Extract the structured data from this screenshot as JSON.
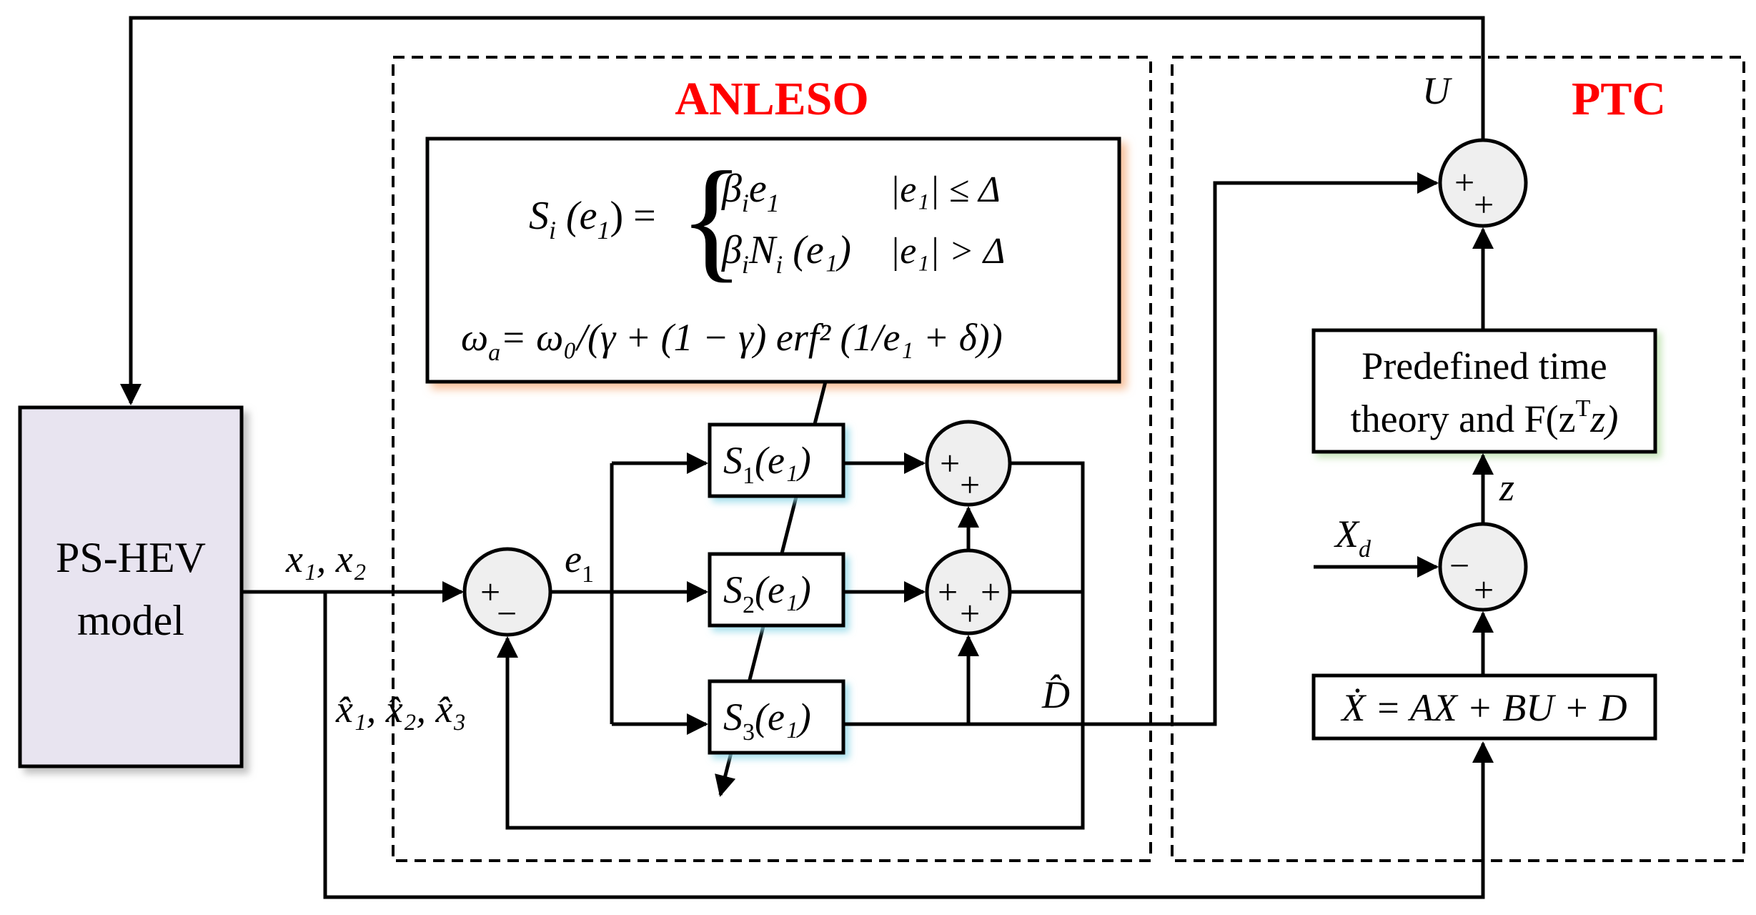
{
  "colors": {
    "title_red": "#ff0000",
    "plant_fill": "#e8e4f0",
    "sum_fill": "#efefef",
    "line": "#000000"
  },
  "groups": {
    "anleso_title": "ANLESO",
    "ptc_title": "PTC"
  },
  "plant": {
    "line1": "PS-HEV",
    "line2": "model"
  },
  "nonlinear_box": {
    "lhs": "S",
    "lhs_sub": "i",
    "lhs_arg": "(e",
    "lhs_arg_sub": "1",
    "lhs_arg_end": ") =",
    "case1_expr": "β",
    "case1_sub": "i",
    "case1_tail": "e",
    "case1_tail_sub": "1",
    "case1_cond": "|e₁| ≤ Δ",
    "case2_expr": "β",
    "case2_sub": "i",
    "case2_mid": "N",
    "case2_mid_sub": "i",
    "case2_tail": "(e₁)",
    "case2_cond": "|e₁| > Δ",
    "omega_lhs": "ω",
    "omega_lhs_sub": "a",
    "omega_rhs": "= ω₀/(γ + (1 − γ) erf² (1/e₁ + δ))"
  },
  "s_blocks": [
    {
      "name": "S",
      "sub": "1",
      "arg": "(e₁)"
    },
    {
      "name": "S",
      "sub": "2",
      "arg": "(e₁)"
    },
    {
      "name": "S",
      "sub": "3",
      "arg": "(e₁)"
    }
  ],
  "predefined_block": {
    "line1": "Predefined time",
    "line2": "theory and F(z",
    "line2_sup": "T",
    "line2_end": "z)"
  },
  "state_block": {
    "expr": "Ẋ = AX + BU + D"
  },
  "signals": {
    "x1x2": "x₁, x₂",
    "xhat": "x̂₁, x̂₂, x̂₃",
    "e1": "e",
    "e1_sub": "1",
    "dhat": "D̂",
    "U": "U",
    "z": "z",
    "Xd": "X",
    "Xd_sub": "d"
  },
  "sum_signs": {
    "error_sum": {
      "a": "+",
      "b": "−"
    },
    "top_sum": {
      "a": "+",
      "b": "+"
    },
    "mid_sum": {
      "a": "+",
      "b": "+",
      "c": "+"
    },
    "ptc_top_sum": {
      "a": "+",
      "b": "+"
    },
    "ptc_mid_sum": {
      "a": "−",
      "b": "+"
    }
  }
}
